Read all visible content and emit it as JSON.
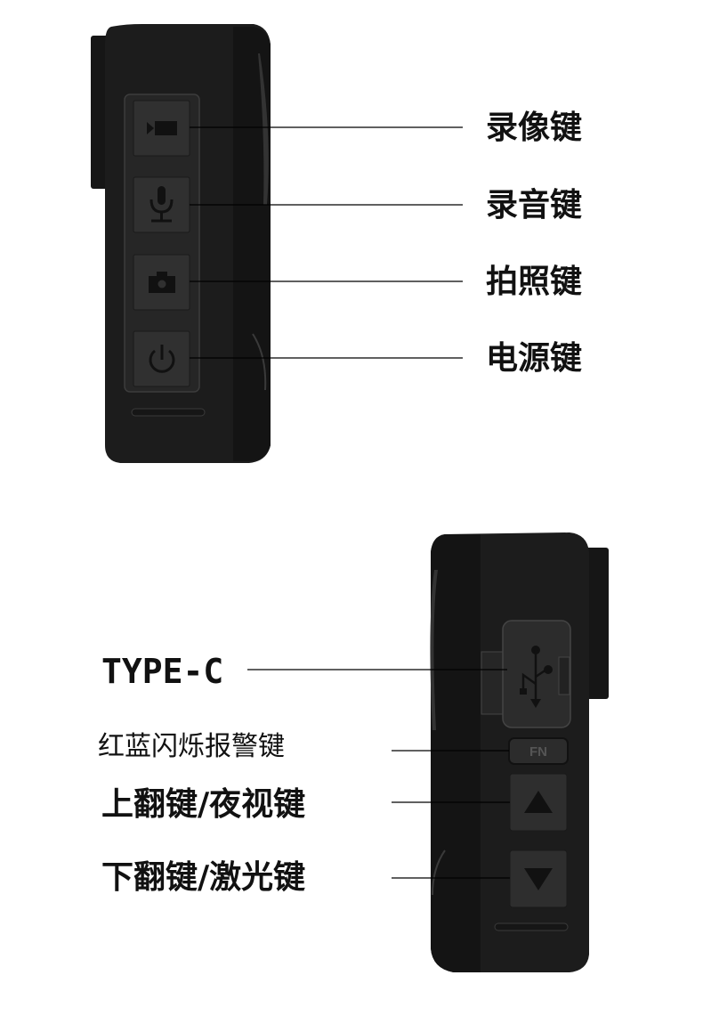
{
  "top_device": {
    "labels": {
      "record_video": "录像键",
      "record_audio": "录音键",
      "photo": "拍照键",
      "power": "电源键"
    }
  },
  "bottom_device": {
    "labels": {
      "type_c": "TYPE-C",
      "fn_alarm": "红蓝闪烁报警键",
      "up_night": "上翻键/夜视键",
      "down_laser": "下翻键/激光键"
    },
    "fn_button_text": "FN"
  },
  "colors": {
    "body": "#1b1b1b",
    "panel": "#2a2a2a",
    "button": "#303030",
    "icon": "#111111",
    "line": "#000000"
  }
}
